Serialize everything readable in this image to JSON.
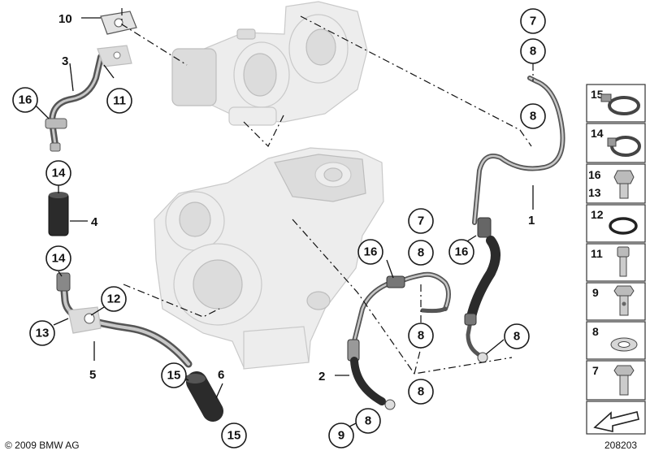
{
  "callouts": {
    "c10": "10",
    "c3": "3",
    "c16a": "16",
    "c11": "11",
    "c14a": "14",
    "c4": "4",
    "c14b": "14",
    "c12": "12",
    "c13": "13",
    "c5": "5",
    "c15a": "15",
    "c6": "6",
    "c15b": "15",
    "c7a": "7",
    "c8a": "8",
    "c8b": "8",
    "c1": "1",
    "c16b": "16",
    "c7b": "7",
    "c8c": "8",
    "c16c": "16",
    "c8d": "8",
    "c8e": "8",
    "c8f": "8",
    "c2": "2",
    "c8g": "8",
    "c9": "9"
  },
  "legend": {
    "items": [
      {
        "labels": [
          "15"
        ],
        "icon": "hose-clamp-icon"
      },
      {
        "labels": [
          "14"
        ],
        "icon": "spring-clamp-icon"
      },
      {
        "labels": [
          "16",
          "13"
        ],
        "icon": "hex-bolt-icon"
      },
      {
        "labels": [
          "12"
        ],
        "icon": "o-ring-icon"
      },
      {
        "labels": [
          "11"
        ],
        "icon": "socket-screw-icon"
      },
      {
        "labels": [
          "9"
        ],
        "icon": "hollow-bolt-icon"
      },
      {
        "labels": [
          "8"
        ],
        "icon": "sealing-ring-icon"
      },
      {
        "labels": [
          "7"
        ],
        "icon": "banjo-bolt-icon"
      },
      {
        "labels": [],
        "icon": "arrow-sign-icon"
      }
    ]
  },
  "footer": {
    "copyright": "© 2009 BMW AG",
    "diagram_id": "208203"
  }
}
